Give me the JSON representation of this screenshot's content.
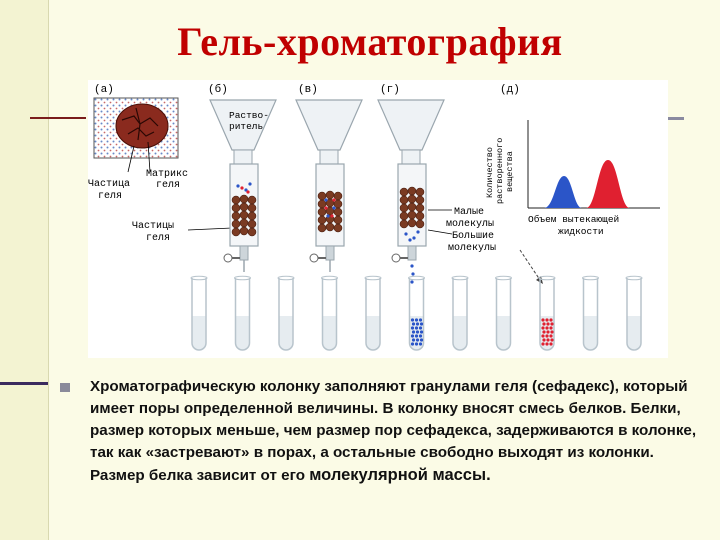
{
  "slide": {
    "title": "Гель-хроматография",
    "body_text_main": "Хроматографическую колонку заполняют гранулами геля (сефадекс), который имеет поры определенной величины. В колонку вносят смесь белков. Белки, размер которых меньше, чем размер пор сефадекса, задерживаются в колонке, так как «застревают» в порах, а остальные свободно выходят из колонки. Размер белка зависит от его ",
    "body_text_emphasis": "молекулярной массы."
  },
  "figure": {
    "panel_labels": {
      "a": "(а)",
      "b": "(б)",
      "v": "(в)",
      "g": "(г)",
      "d": "(д)"
    },
    "labels": {
      "solvent_line1": "Раство-",
      "solvent_line2": "ритель",
      "matrix_line1": "Матрикс",
      "matrix_line2": "геля",
      "gel_particle_line1": "Частица",
      "gel_particle_line2": "геля",
      "gel_particles_line1": "Частицы",
      "gel_particles_line2": "геля",
      "small_molecules_line1": "Малые",
      "small_molecules_line2": "молекулы",
      "large_molecules_line1": "Большие",
      "large_molecules_line2": "молекулы",
      "ylabel_line1": "Количество",
      "ylabel_line2": "растворенного",
      "ylabel_line3": "вещества",
      "xlabel_line1": "Объем вытекающей",
      "xlabel_line2": "жидкости"
    },
    "colors": {
      "title": "#c00000",
      "gel": "#7a3a22",
      "small_molecules": "#2b55c8",
      "large_molecules": "#e02030",
      "glass": "#b8c4cc"
    },
    "tubes": {
      "count": 11,
      "blue_tube_index": 5,
      "red_tube_index": 8
    }
  }
}
